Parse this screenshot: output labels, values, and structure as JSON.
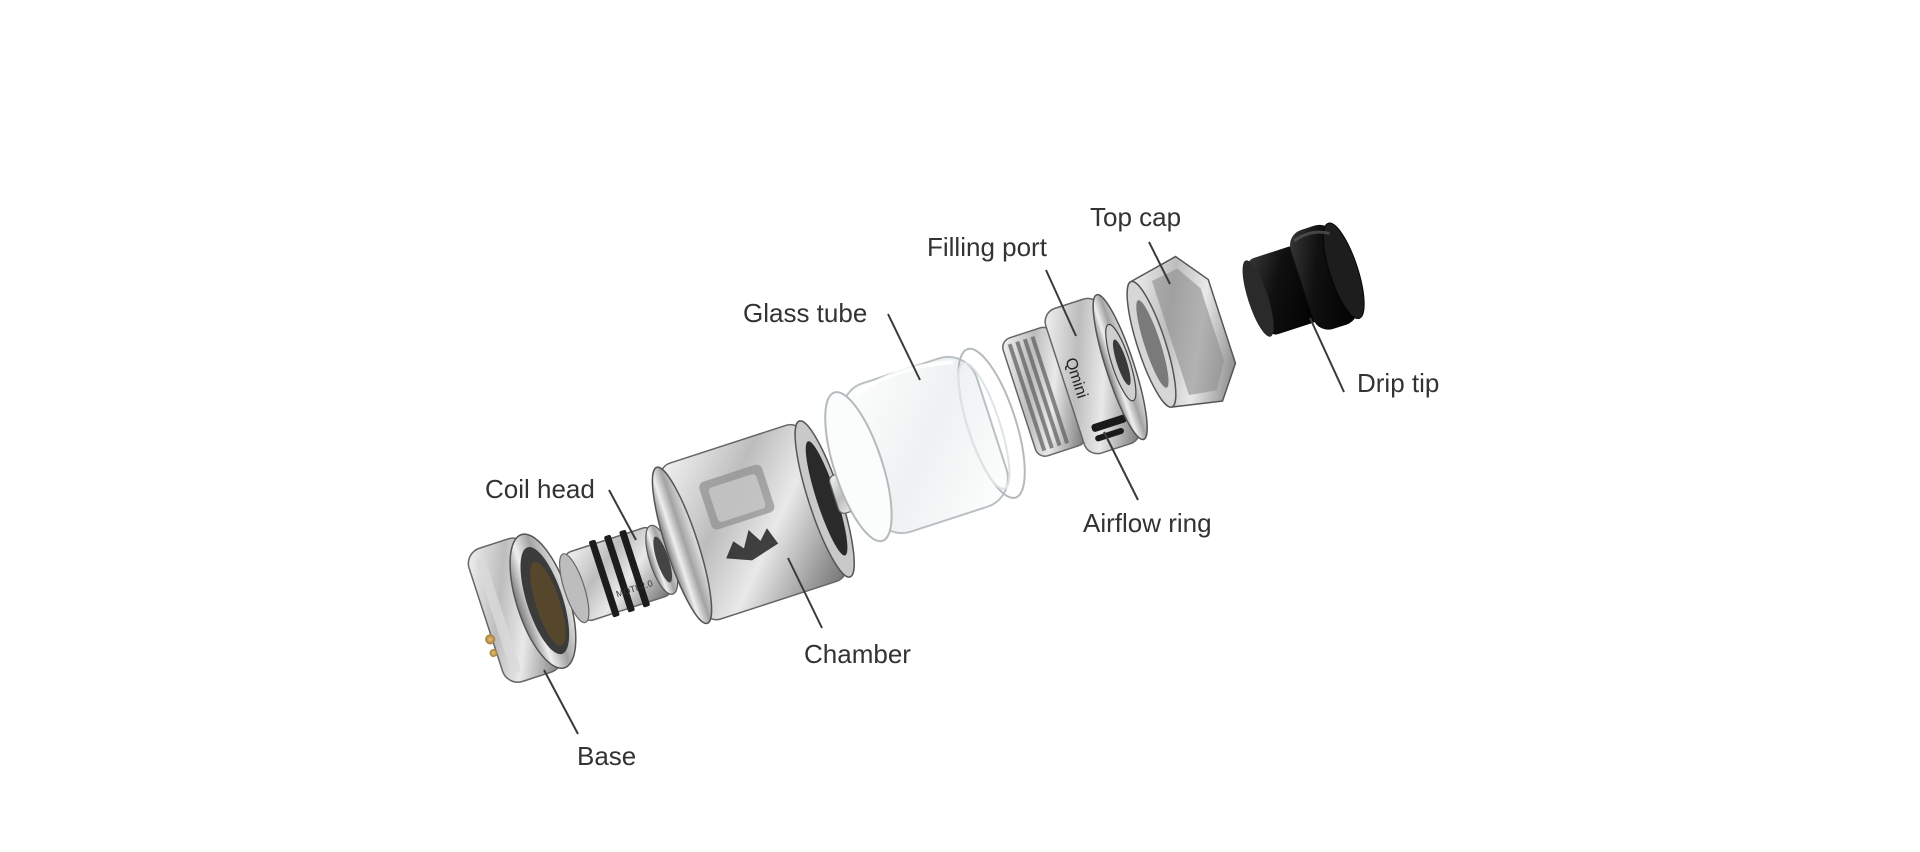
{
  "labels": {
    "top_cap": "Top cap",
    "filling_port": "Filling port",
    "glass_tube": "Glass tube",
    "drip_tip": "Drip tip",
    "coil_head": "Coil head",
    "airflow_ring": "Airflow ring",
    "chamber": "Chamber",
    "base": "Base"
  },
  "colors": {
    "label_text": "#333333",
    "leader_line": "#3a3a3a",
    "metal_light": "#e8e8e8",
    "metal_mid": "#a9a9a9",
    "metal_dark": "#5a5a5a",
    "drip_tip": "#161616",
    "glass": "#f3f5f6"
  }
}
